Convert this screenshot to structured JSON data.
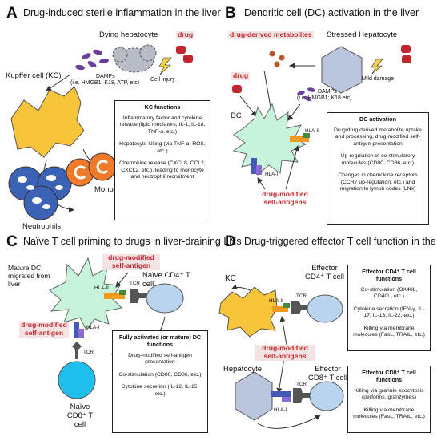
{
  "panels": {
    "A": {
      "letter": "A",
      "title": "Drug-induced sterile inflammation in the liver",
      "dying_hepatocyte": "Dying hepatocyte",
      "drug": "drug",
      "kupffer": "Kupffer cell (KC)",
      "damps_line1": "DAMPs",
      "damps_line2": "(i.e. HMGB1; K18, ATP, etc)",
      "cell_injury": "Cell injury",
      "neutrophils": "Neutrophils",
      "monocytes": "Monocytes",
      "box": {
        "title": "KC functions",
        "items": [
          "Inflammatory factor and cytokine release (lipid mediators, IL-1, IL-18, TNF-α, etc.)",
          "Hepatocyte killing (via TNF-α, ROS, etc.)",
          "Chemokine release (CXCL8, CCL2, CXCL2, etc.), leading to monocyte and neutrophil recruitment"
        ]
      }
    },
    "B": {
      "letter": "B",
      "title": "Dendritic cell (DC) activation in the liver",
      "metabolites": "drug-derived metabolites",
      "stressed": "Stressed Hepatocyte",
      "drug": "drug",
      "damps_line1": "DAMPs",
      "damps_line2": "(i.e. HMGB1; K18 etc)",
      "mild_damage": "Mild damage",
      "dc": "DC",
      "hla2": "HLA-II",
      "hla1": "HLA-I",
      "self_antigens": "drug-modified self-antigens",
      "box": {
        "title": "DC activation",
        "items": [
          "Drug/drug derived metabolite uptake and processing, drug-modified self-antigen presentation",
          "Up-regulation of co-stimulatory molecules (CD80, CD86, etc.)",
          "Changes in chemokine receptors (CCR7 up-regulation, etc.) and migration to lymph nodes (LNs)"
        ]
      }
    },
    "C": {
      "letter": "C",
      "title": "Naïve T cell priming to drugs in liver-draining LNs",
      "self_antigen_top": "drug-modified self-antigen",
      "mature_dc": "Mature DC migrated from liver",
      "naive_cd4": "Naïve CD4⁺ T cell",
      "hla2": "HLA-II",
      "tcr_top": "TCR",
      "self_antigen_left": "drug-modified self-antigen",
      "hla1": "HLA-I",
      "tcr_bottom": "TCR",
      "naive_cd8": "Naïve CD8⁺ T cell",
      "box": {
        "title": "Fully activated (or mature) DC functions",
        "items": [
          "Drug-modified self-antigen presentation",
          "Co-stimulation (CD80, CD86, etc.)",
          "Cytokine secretion (IL-12, IL-15, etc.)"
        ]
      }
    },
    "D": {
      "letter": "D",
      "title": "Drug-triggered effector T cell function in the liver",
      "kc": "KC",
      "effector_cd4": "Effector CD4⁺ T cell",
      "hla2": "HLA-II",
      "tcr_top": "TCR",
      "self_antigens": "drug-modified self-antigens",
      "hepatocyte": "Hepatocyte",
      "effector_cd8": "Effector CD8⁺ T cell",
      "tcr_bottom": "TCR",
      "hla1": "HLA-I",
      "box_cd4": {
        "title": "Effector CD4⁺ T cell functions",
        "items": [
          "Co-stimulation (OX40L, CD40L, etc.)",
          "Cytokine secretion (IFN-γ, IL-17, IL-13, IL-22, etc.)",
          "Killing via membrane molecules (FasL, TRAIL, etc.)"
        ]
      },
      "box_cd8": {
        "title": "Effector CD8⁺ T cell functions",
        "items": [
          "Killing via granule exocytosis (perforins, granzymes)",
          "Killing via membrane molecules (FasL, TRAIL, etc.)"
        ]
      }
    }
  },
  "colors": {
    "kupffer": "#f7c43a",
    "dc": "#c6f3d9",
    "neutrophil": "#3b62b4",
    "monocyte": "#ef7a2a",
    "hepatocyte": "#b9c6dd",
    "t_cell": "#b9d4ee",
    "cd8_cell": "#1fc0ee",
    "hla2": "#f09a22",
    "hla1": "#4459b5",
    "tcr": "#555555",
    "drug": "#c0262d",
    "damps": "#6a3f9e",
    "metabolite": "#b8542a"
  }
}
